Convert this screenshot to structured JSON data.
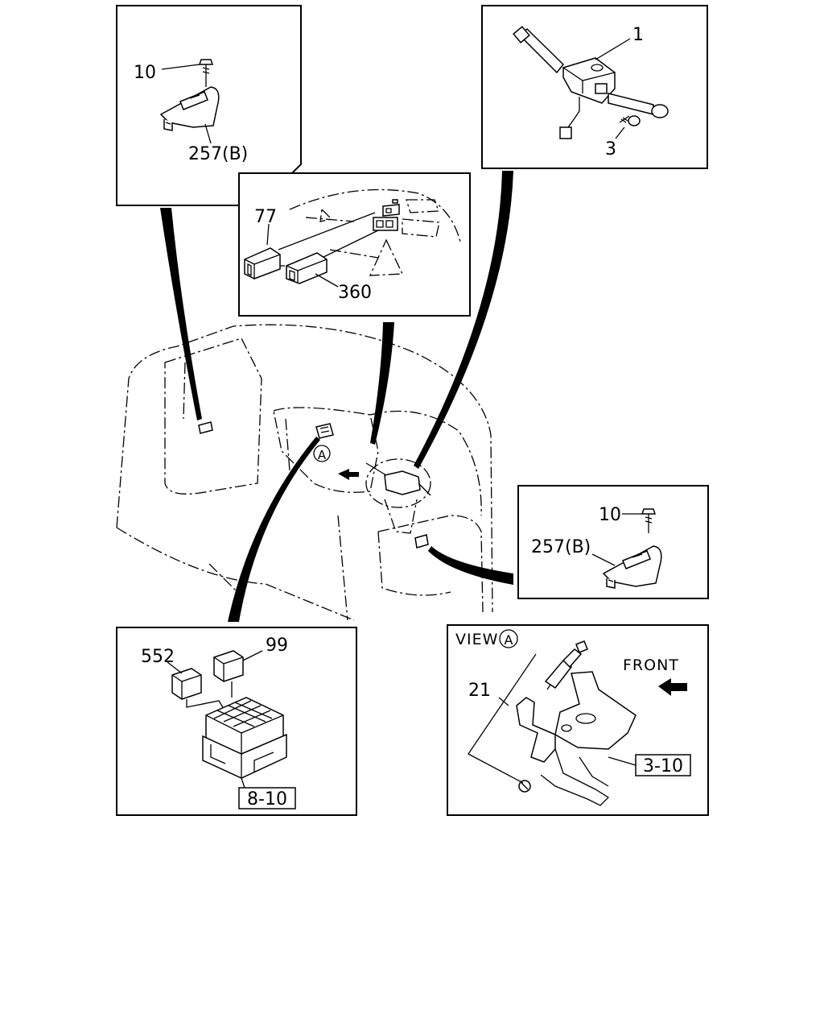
{
  "callouts": {
    "tl_screw": "10",
    "tl_switch": "257(B)",
    "tr_combo": "1",
    "tr_screw": "3",
    "cm_switch_a": "77",
    "cm_switch_b": "360",
    "br_screw": "10",
    "br_switch": "257(B)",
    "bl_relay_a": "552",
    "bl_relay_b": "99",
    "bl_ref": "8-10",
    "bv_view": "VIEW",
    "bv_view_mark": "A",
    "bv_front": "FRONT",
    "bv_part": "21",
    "bv_ref": "3-10",
    "main_mark": "A"
  }
}
